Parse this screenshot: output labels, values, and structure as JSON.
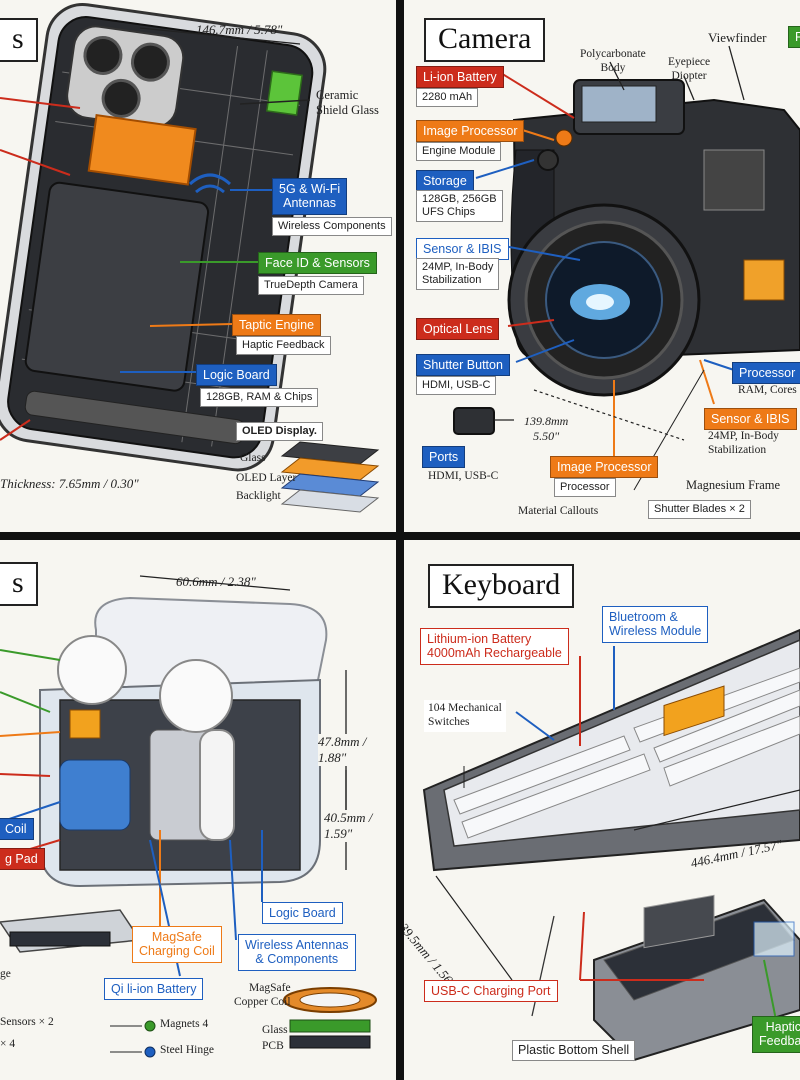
{
  "phone": {
    "title": "s",
    "dimension_width": "146.7mm / 5.78\"",
    "thickness": "Thickness: 7.65mm / 0.30\"",
    "labels": {
      "ceramic": "Ceramic\nShield Glass",
      "antennas": "5G & Wi-Fi\nAntennas",
      "antennas_sub": "Wireless Components",
      "faceid": "Face ID & Sensors",
      "faceid_sub": "TrueDepth Camera",
      "taptic": "Taptic Engine",
      "taptic_sub": "Haptic Feedback",
      "logic": "Logic Board",
      "logic_sub": "128GB, RAM & Chips",
      "oled_title": "OLED Display.",
      "oled_glass": "Glass",
      "oled_layer": "OLED Layer",
      "oled_backlight": "Backlight"
    }
  },
  "camera": {
    "title": "Camera",
    "viewfinder": "Viewfinder",
    "polycarbonate": "Polycarbonate\nBody",
    "eyepiece": "Eyepiece\nDiopter",
    "battery": "Li-ion Battery",
    "battery_sub": "2280 mAh",
    "image_proc": "Image Processor",
    "image_proc_sub": "Engine Module",
    "storage": "Storage",
    "storage_sub": "128GB, 256GB\nUFS Chips",
    "sensor": "Sensor & IBIS",
    "sensor_sub": "24MP, In-Body\nStabilization",
    "lens": "Optical Lens",
    "shutter": "Shutter Button",
    "shutter_sub": "HDMI, USB-C",
    "ports": "Ports",
    "ports_sub": "HDMI, USB-C",
    "dimension": "139.8mm\n5.50\"",
    "image_proc2": "Image Processor",
    "image_proc2_sub": "Processor",
    "processor": "Processor",
    "processor_sub": "RAM, Cores",
    "sensor2": "Sensor & IBIS",
    "sensor2_sub": "24MP, In-Body\nStabilization",
    "magnesium": "Magnesium Frame",
    "material": "Material Callouts",
    "shutter_blades": "Shutter Blades × 2"
  },
  "earbuds": {
    "title": "s",
    "dimension_width": "60.6mm / 2.38\"",
    "dimension_height1": "47.8mm /\n1.88\"",
    "dimension_height2": "40.5mm /\n1.59\"",
    "coil": "Coil",
    "pad": "g Pad",
    "logic": "Logic Board",
    "magsafe": "MagSafe\nCharging Coil",
    "wireless": "Wireless Antennas\n& Components",
    "battery": "Qi li-ion Battery",
    "magsafe_copper": "MagSafe\nCopper Coil",
    "glass": "Glass",
    "pcb": "PCB",
    "sensors": "Sensors × 2",
    "times4": "× 4",
    "magnets": "Magnets 4",
    "hinge": "Steel Hinge",
    "edge": "ge"
  },
  "keyboard": {
    "title": "Keyboard",
    "battery": "Lithium-ion Battery\n4000mAh Rechargeable",
    "bluetooth": "Bluetroom &\nWireless Module",
    "switches": "104 Mechanical\nSwitches",
    "dimension_length": "446.4mm / 17.57\"",
    "dimension_depth": "39.5mm / 1.56\"",
    "usbc": "USB-C Charging Port",
    "shell": "Plastic Bottom Shell",
    "haptic": "Haptic\nFeedbac"
  }
}
